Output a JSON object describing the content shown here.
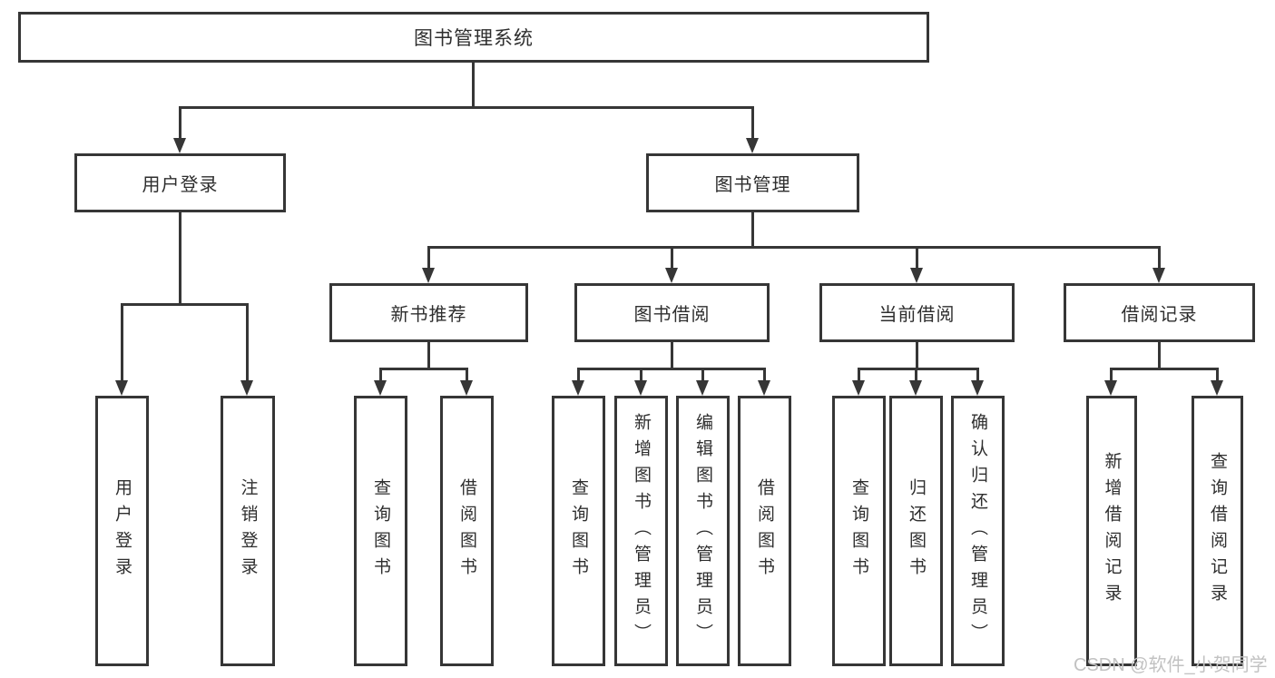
{
  "nodes": {
    "root": {
      "label": "图书管理系统"
    },
    "level2": {
      "user_login": {
        "label": "用户登录"
      },
      "book_management": {
        "label": "图书管理"
      }
    },
    "level3": {
      "new_book_recommend": {
        "label": "新书推荐"
      },
      "book_borrowing": {
        "label": "图书借阅"
      },
      "current_borrowing": {
        "label": "当前借阅"
      },
      "borrowing_records": {
        "label": "借阅记录"
      }
    },
    "leaves": {
      "user_login_leaf": {
        "label": "用户登录"
      },
      "logout_leaf": {
        "label": "注销登录"
      },
      "rec_query_books": {
        "label": "查询图书"
      },
      "rec_borrow_books": {
        "label": "借阅图书"
      },
      "borrow_query_books": {
        "label": "查询图书"
      },
      "borrow_add_books": {
        "label": "新增图书（管理员）"
      },
      "borrow_edit_books": {
        "label": "编辑图书（管理员）"
      },
      "borrow_borrow_books": {
        "label": "借阅图书"
      },
      "current_query_books": {
        "label": "查询图书"
      },
      "current_return_books": {
        "label": "归还图书"
      },
      "current_confirm_return": {
        "label": "确认归还（管理员）"
      },
      "records_add_record": {
        "label": "新增借阅记录"
      },
      "records_query_record": {
        "label": "查询借阅记录"
      }
    }
  },
  "watermark": {
    "text": "CSDN @软件_小贺同学"
  },
  "colors": {
    "line": "#363636",
    "box_border": "#363636",
    "text": "#2e2e2e",
    "background": "#ffffff",
    "watermark": "#c2c2c2"
  }
}
